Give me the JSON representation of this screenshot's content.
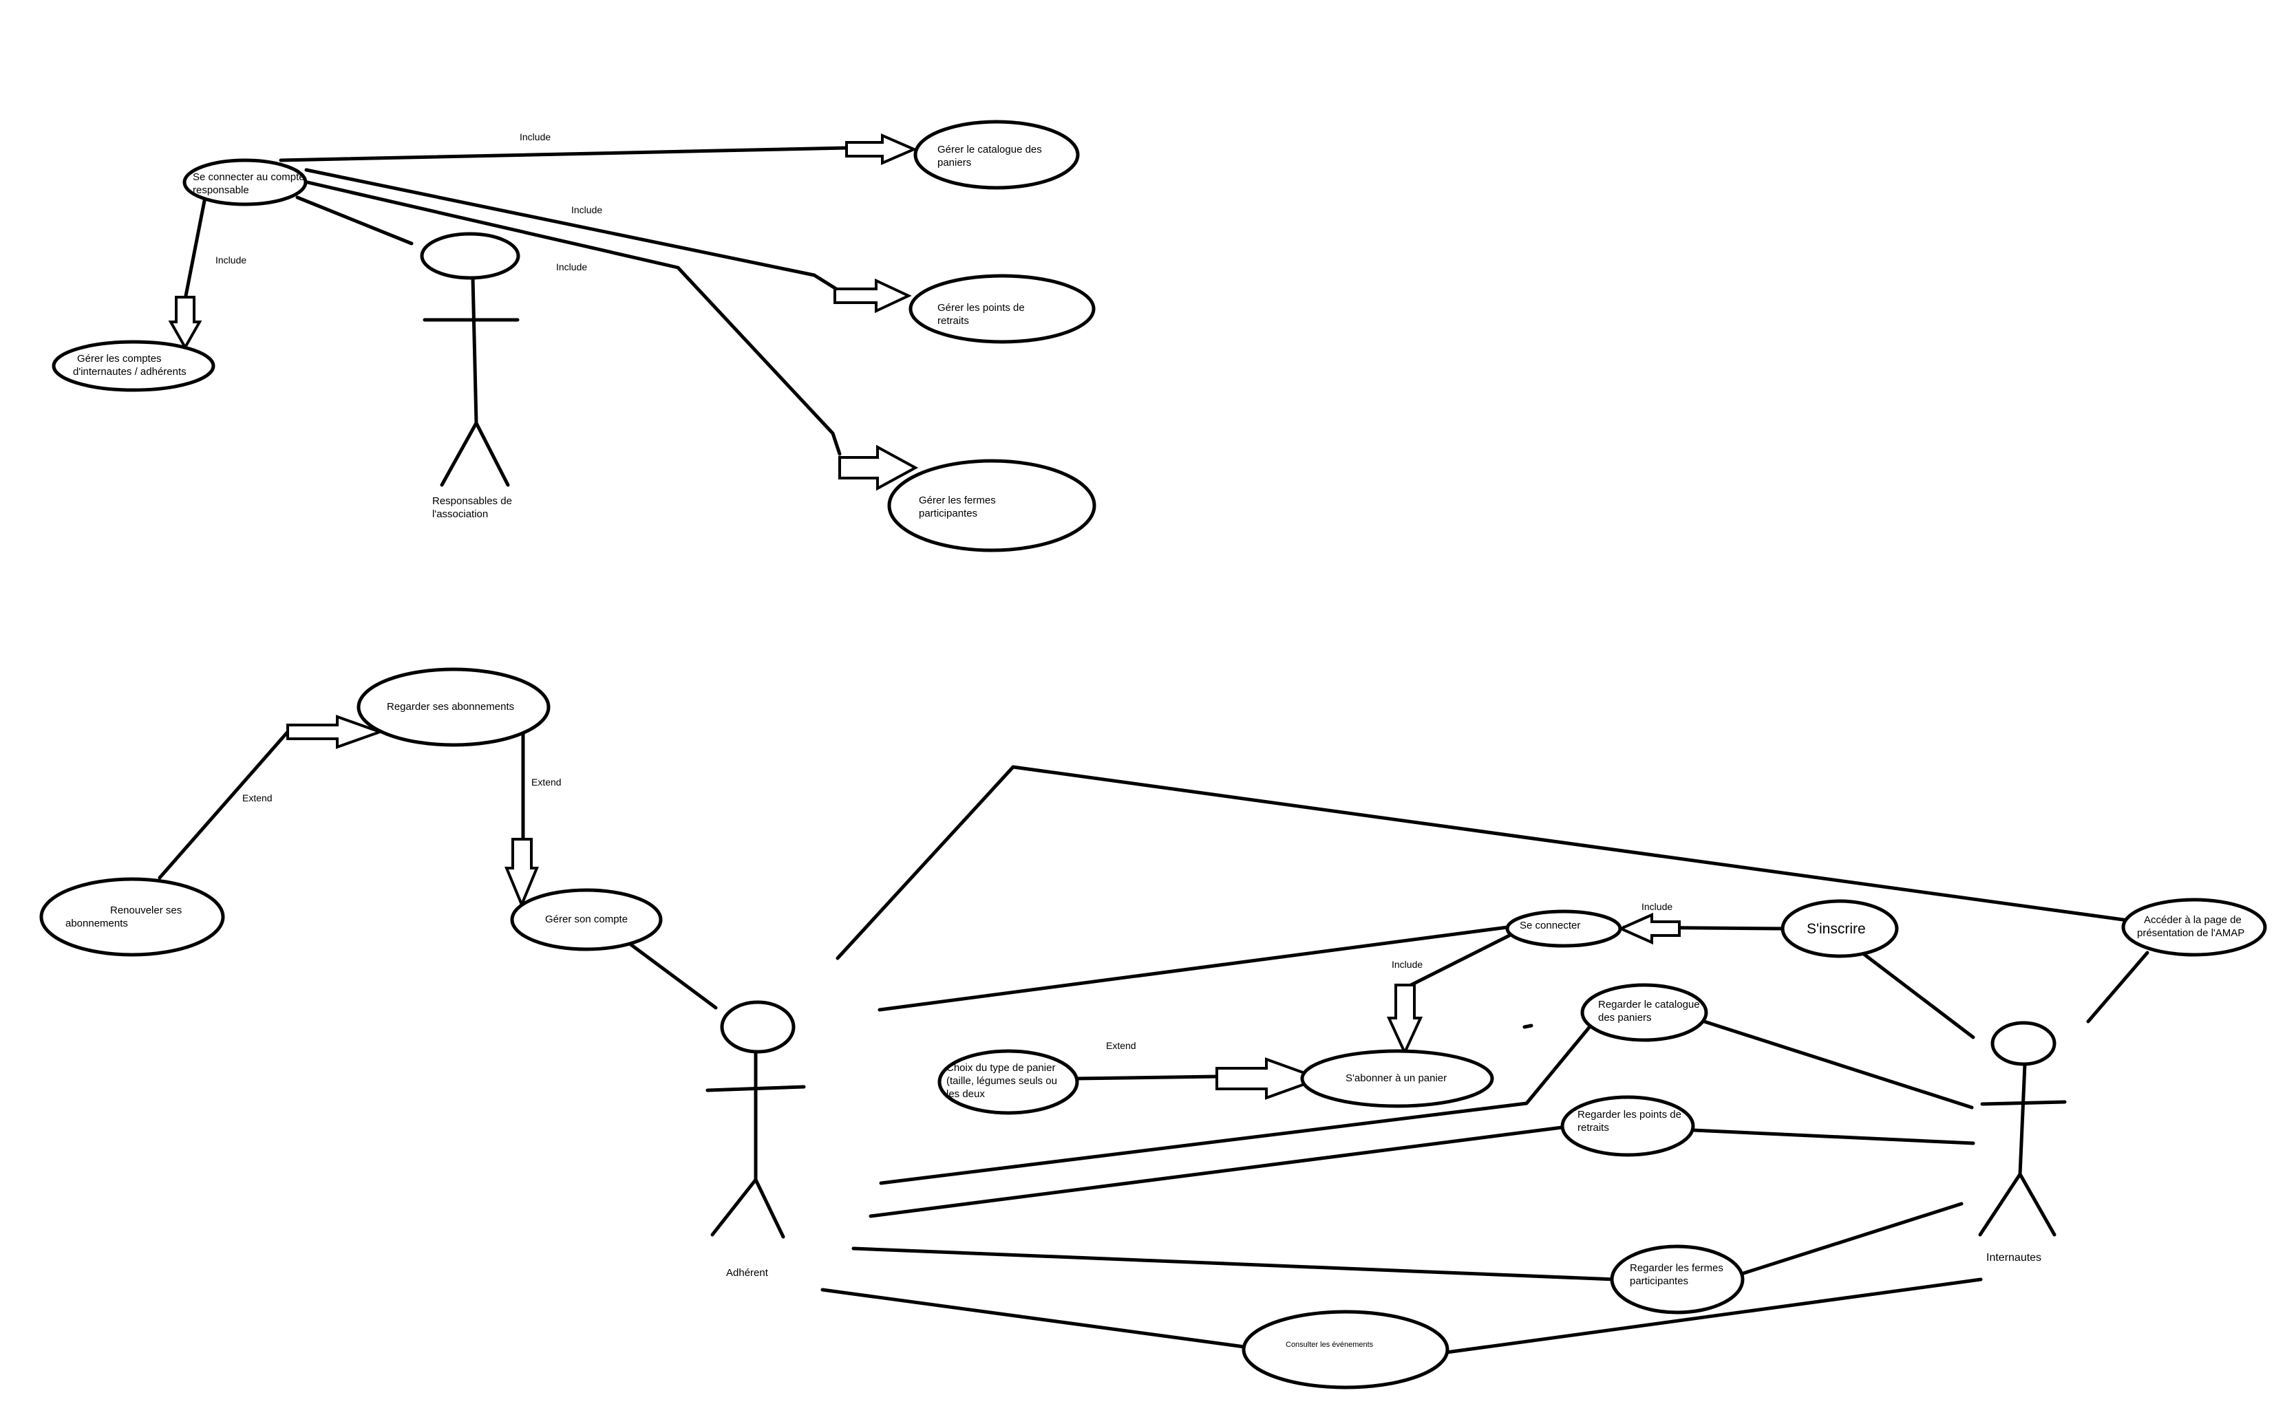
{
  "actors": {
    "responsables": [
      "Responsables de",
      "l'association"
    ],
    "adherent": [
      "Adhérent"
    ],
    "internautes": [
      "Internautes"
    ]
  },
  "use_cases": {
    "connecter_responsable": [
      "Se connecter au compte",
      "responsable"
    ],
    "gerer_catalogue": [
      "Gérer le catalogue des",
      "paniers"
    ],
    "gerer_points": [
      "Gérer les points de",
      "retraits"
    ],
    "gerer_fermes": [
      "Gérer les fermes",
      "participantes"
    ],
    "gerer_comptes": [
      "Gérer les comptes",
      "d'internautes / adhérents"
    ],
    "regarder_abonnements": [
      "Regarder ses abonnements"
    ],
    "renouveler": [
      "Renouveler ses",
      "abonnements"
    ],
    "gerer_compte": [
      "Gérer son compte"
    ],
    "se_connecter": [
      "Se connecter"
    ],
    "sinscrire": [
      "S'inscrire"
    ],
    "presentation_amap": [
      "Accéder à la page de",
      "présentation de l'AMAP"
    ],
    "regarder_catalogue": [
      "Regarder le catalogue",
      "des paniers"
    ],
    "choix_panier": [
      "Choix du type de panier",
      "(taille, légumes seuls ou",
      "les deux"
    ],
    "sabonner": [
      "S'abonner à un panier"
    ],
    "regarder_points": [
      "Regarder les points de",
      "retraits"
    ],
    "regarder_fermes": [
      "Regarder les fermes",
      "participantes"
    ],
    "consulter_evenements": [
      "Consulter les événements"
    ]
  },
  "relations": {
    "include_catalogue": "Include",
    "include_points": "Include",
    "include_fermes": "Include",
    "include_comptes": "Include",
    "extend_renouveler": "Extend",
    "extend_gerer_compte": "Extend",
    "include_sinscrire": "Include",
    "include_sabonner": "Include",
    "extend_choix": "Extend"
  },
  "colors": {
    "stroke": "#000000",
    "background": "#ffffff"
  }
}
